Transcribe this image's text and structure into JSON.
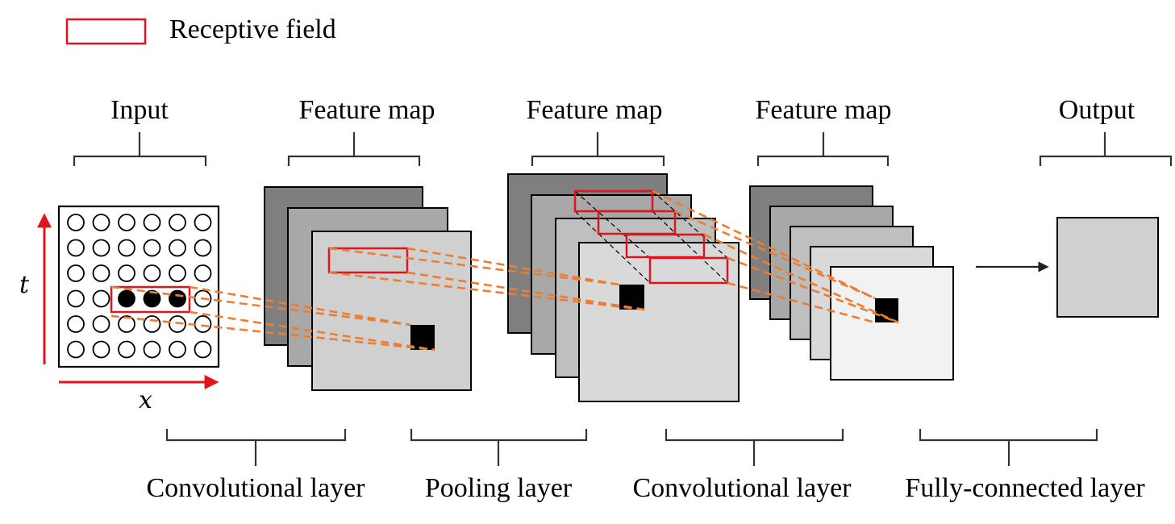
{
  "legend": {
    "label": "Receptive field",
    "color": "#e0141b"
  },
  "top_labels": {
    "input": "Input",
    "fmap1": "Feature map",
    "fmap2": "Feature map",
    "fmap3": "Feature map",
    "output": "Output"
  },
  "bottom_labels": {
    "conv1": "Convolutional layer",
    "pool": "Pooling layer",
    "conv2": "Convolutional layer",
    "fc": "Fully-connected layer"
  },
  "axes": {
    "vertical": "t",
    "horizontal": "x"
  },
  "input_grid": {
    "rows": 6,
    "cols": 6,
    "filled": [
      [
        3,
        2
      ],
      [
        3,
        3
      ],
      [
        3,
        4
      ]
    ]
  },
  "colors": {
    "connection": "#ed7d31",
    "axis_arrow": "#e0141b"
  }
}
